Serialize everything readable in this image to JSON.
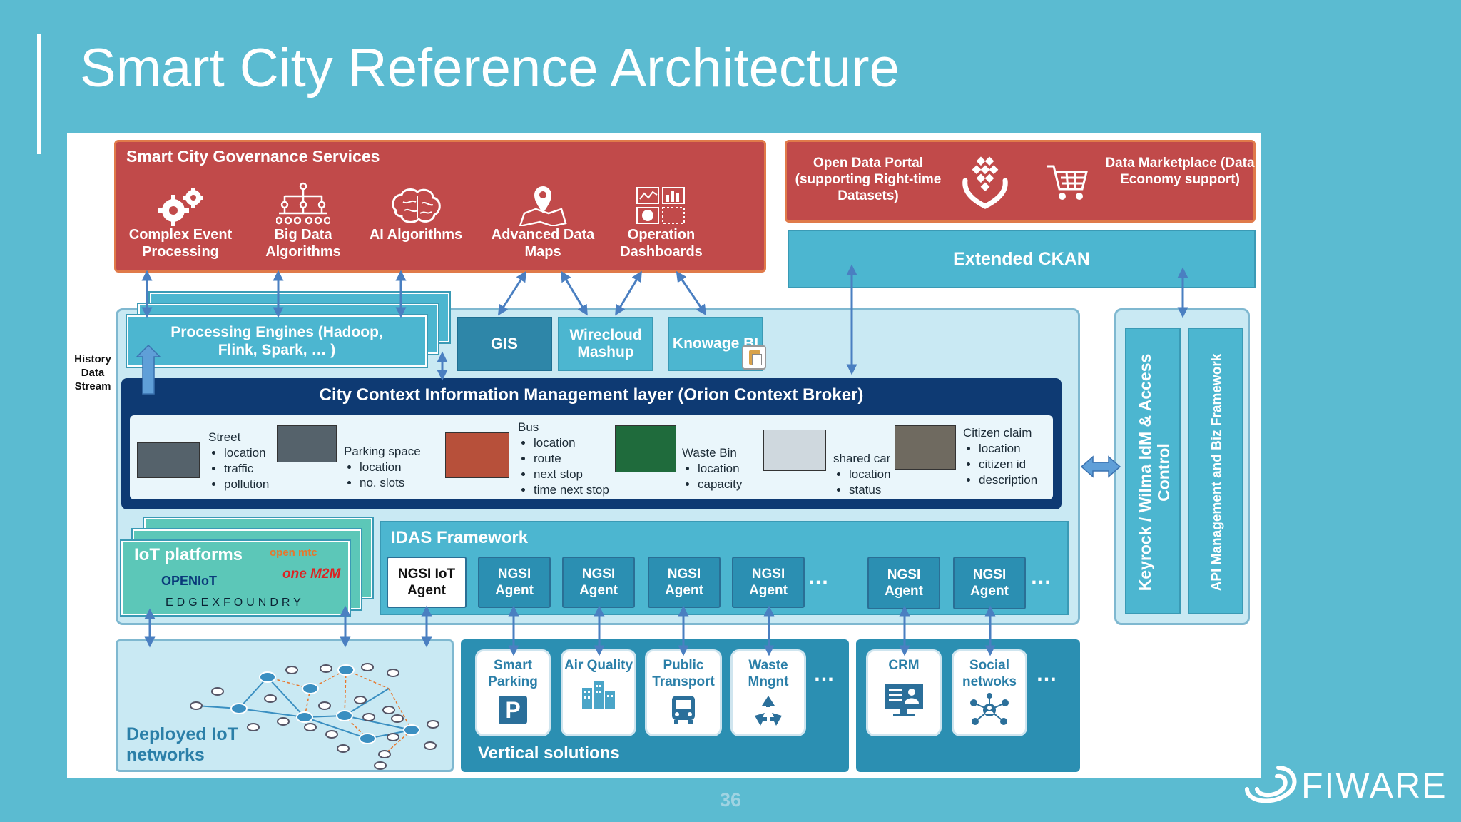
{
  "slide": {
    "title": "Smart City Reference Architecture",
    "page_number": "36",
    "logo_text": "FIWARE"
  },
  "governance": {
    "title": "Smart City Governance Services",
    "items": [
      {
        "label": "Complex Event Processing",
        "icon": "gears-icon"
      },
      {
        "label": "Big Data Algorithms",
        "icon": "hierarchy-icon"
      },
      {
        "label": "AI Algorithms",
        "icon": "brain-icon"
      },
      {
        "label": "Advanced Data Maps",
        "icon": "map-pin-icon"
      },
      {
        "label": "Operation Dashboards",
        "icon": "dashboard-icon"
      }
    ]
  },
  "open_data": {
    "portal": "Open Data Portal (supporting Right-time Datasets)",
    "marketplace": "Data Marketplace (Data Economy support)",
    "ckan": "Extended CKAN"
  },
  "history_label": "History Data Stream",
  "processing_engines": "Processing Engines (Hadoop, Flink, Spark, … )",
  "tools": {
    "gis": "GIS",
    "wirecloud": "Wirecloud Mashup",
    "knowage": "Knowage BI"
  },
  "context_layer": {
    "title": "City Context Information Management layer (Orion Context Broker)",
    "entities": [
      {
        "name": "Street",
        "attrs": [
          "location",
          "traffic",
          "pollution"
        ]
      },
      {
        "name": "Parking space",
        "attrs": [
          "location",
          "no. slots"
        ]
      },
      {
        "name": "Bus",
        "attrs": [
          "location",
          "route",
          "next stop",
          "time next stop"
        ]
      },
      {
        "name": "Waste Bin",
        "attrs": [
          "location",
          "capacity"
        ]
      },
      {
        "name": "shared car",
        "attrs": [
          "location",
          "status"
        ]
      },
      {
        "name": "Citizen claim",
        "attrs": [
          "location",
          "citizen id",
          "description"
        ]
      }
    ]
  },
  "iot_platforms": {
    "title": "IoT platforms",
    "logos": [
      "open mtc",
      "OPENIoT",
      "one M2M",
      "EDGEXFOUNDRY"
    ]
  },
  "idas": {
    "title": "IDAS Framework",
    "agents": [
      "NGSI IoT Agent",
      "NGSI Agent",
      "NGSI Agent",
      "NGSI Agent",
      "NGSI Agent",
      "NGSI Agent",
      "NGSI Agent"
    ],
    "ellipsis": "…"
  },
  "security": {
    "idm": "Keyrock / Wilma IdM & Access Control",
    "api": "API Management and Biz Framework"
  },
  "iot_networks": "Deployed IoT networks",
  "vertical": {
    "label": "Vertical solutions",
    "items": [
      {
        "label": "Smart Parking",
        "icon": "parking-icon"
      },
      {
        "label": "Air Quality",
        "icon": "building-icon"
      },
      {
        "label": "Public Transport",
        "icon": "bus-icon"
      },
      {
        "label": "Waste Mngnt",
        "icon": "recycle-icon"
      }
    ],
    "ellipsis": "…"
  },
  "others": {
    "items": [
      {
        "label": "CRM",
        "icon": "crm-icon"
      },
      {
        "label": "Social netwoks",
        "icon": "social-network-icon"
      }
    ],
    "ellipsis": "…"
  },
  "colors": {
    "background": "#5bbbd1",
    "governance_red": "#c14a4a",
    "context_navy": "#0e3a73",
    "component_cyan": "#4cb6d0",
    "arrow_blue": "#4a7fc1"
  }
}
